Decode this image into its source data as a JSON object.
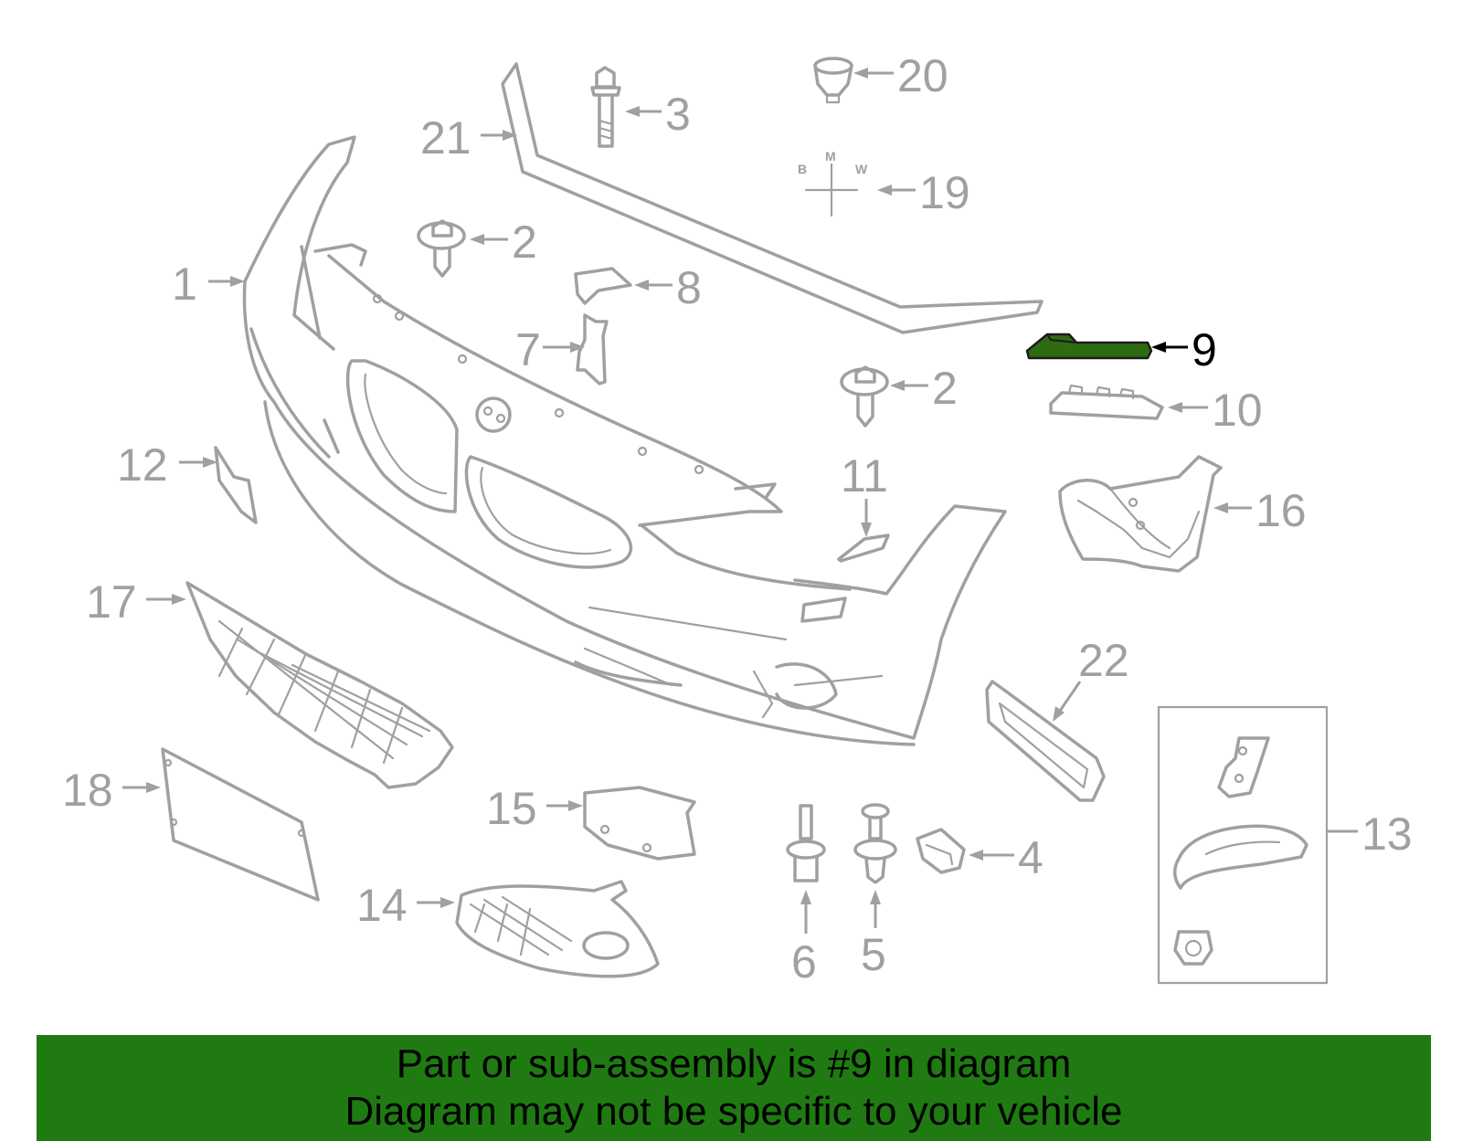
{
  "diagram": {
    "highlighted_part": "9",
    "highlight_color": "#2e6b12",
    "line_color": "#a0a0a0",
    "logo_letters": [
      "B",
      "M",
      "W"
    ],
    "callouts": [
      {
        "id": "1",
        "label": "1"
      },
      {
        "id": "2a",
        "label": "2"
      },
      {
        "id": "2b",
        "label": "2"
      },
      {
        "id": "3",
        "label": "3"
      },
      {
        "id": "4",
        "label": "4"
      },
      {
        "id": "5",
        "label": "5"
      },
      {
        "id": "6",
        "label": "6"
      },
      {
        "id": "7",
        "label": "7"
      },
      {
        "id": "8",
        "label": "8"
      },
      {
        "id": "9",
        "label": "9"
      },
      {
        "id": "10",
        "label": "10"
      },
      {
        "id": "11",
        "label": "11"
      },
      {
        "id": "12",
        "label": "12"
      },
      {
        "id": "13",
        "label": "13"
      },
      {
        "id": "14",
        "label": "14"
      },
      {
        "id": "15",
        "label": "15"
      },
      {
        "id": "16",
        "label": "16"
      },
      {
        "id": "17",
        "label": "17"
      },
      {
        "id": "18",
        "label": "18"
      },
      {
        "id": "19",
        "label": "19"
      },
      {
        "id": "20",
        "label": "20"
      },
      {
        "id": "21",
        "label": "21"
      },
      {
        "id": "22",
        "label": "22"
      }
    ]
  },
  "banner": {
    "line1": "Part or sub-assembly is #9 in diagram",
    "line2": "Diagram may not be specific to your vehicle",
    "background": "#1f7a12"
  }
}
